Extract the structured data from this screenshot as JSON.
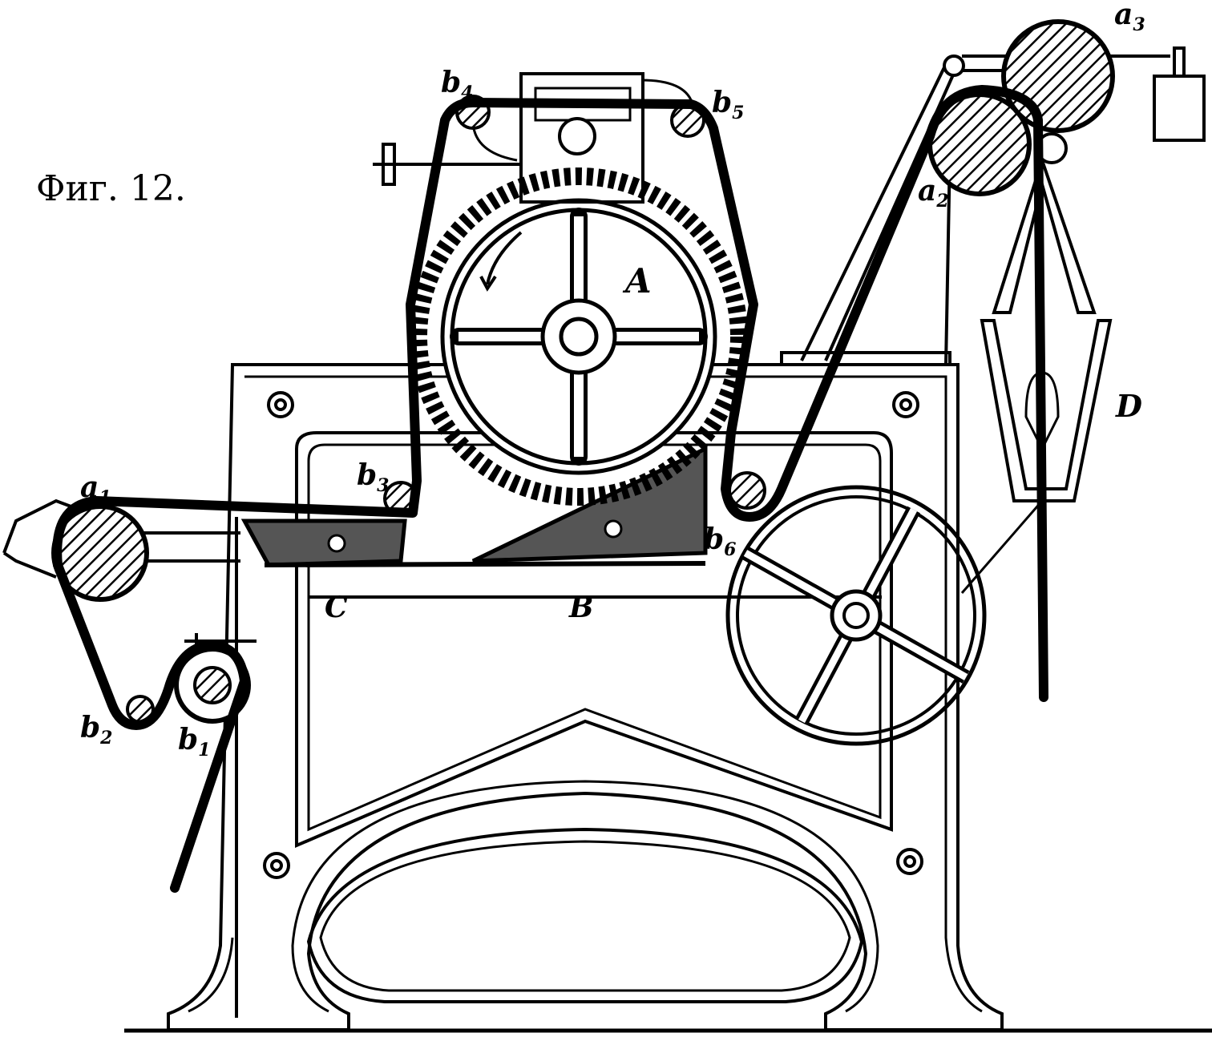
{
  "figure": {
    "caption": "Фиг. 12.",
    "labels": {
      "A": "A",
      "B": "B",
      "C": "C",
      "D": "D",
      "a1": {
        "letter": "a",
        "sub": "1"
      },
      "a2": {
        "letter": "a",
        "sub": "2"
      },
      "a3": {
        "letter": "a",
        "sub": "3"
      },
      "b1": {
        "letter": "b",
        "sub": "1"
      },
      "b2": {
        "letter": "b",
        "sub": "2"
      },
      "b3": {
        "letter": "b",
        "sub": "3"
      },
      "b4": {
        "letter": "b",
        "sub": "4"
      },
      "b5": {
        "letter": "b",
        "sub": "5"
      },
      "b6": {
        "letter": "b",
        "sub": "6"
      }
    }
  }
}
